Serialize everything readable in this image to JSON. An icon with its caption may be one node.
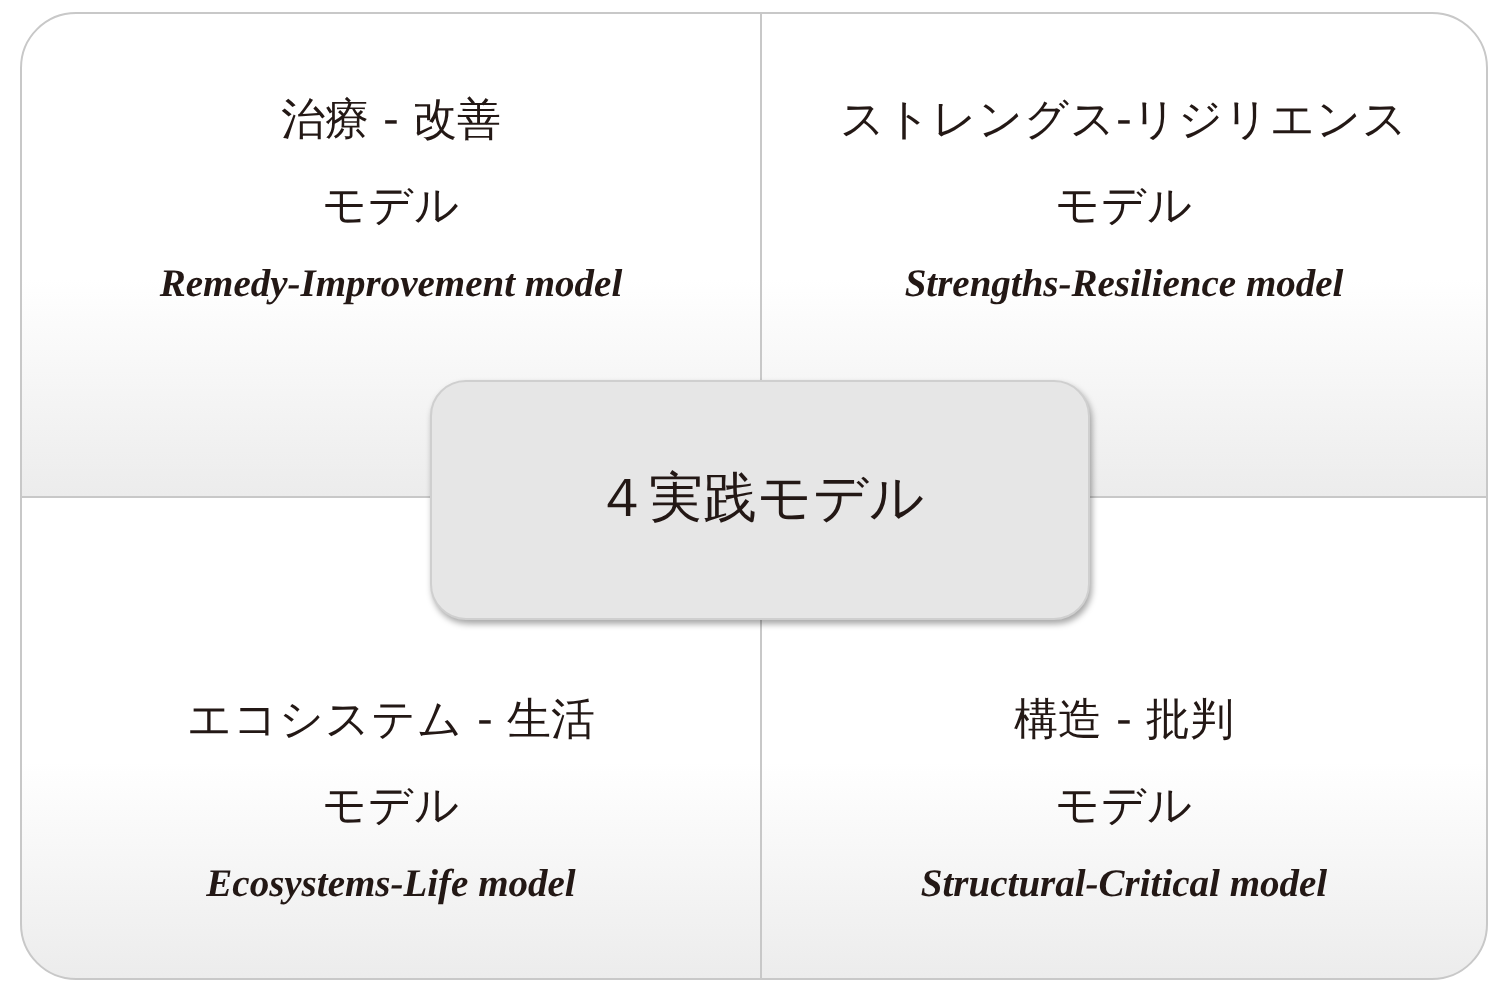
{
  "diagram": {
    "nodes": [
      {
        "text": [
          "治療 - 改善",
          "モデル",
          "Remedy-Improvement model"
        ]
      },
      {
        "text": [
          "ストレングス-リジリエンス",
          "モデル",
          "Strengths-Resilience model"
        ]
      },
      {
        "text": [
          "４実践モデル"
        ]
      },
      {
        "text": [
          "エコシステム - 生活",
          "モデル",
          "Ecosystems-Life model"
        ]
      },
      {
        "text": [
          "構造 - 批判",
          "モデル",
          "Structural-Critical model"
        ]
      }
    ]
  }
}
